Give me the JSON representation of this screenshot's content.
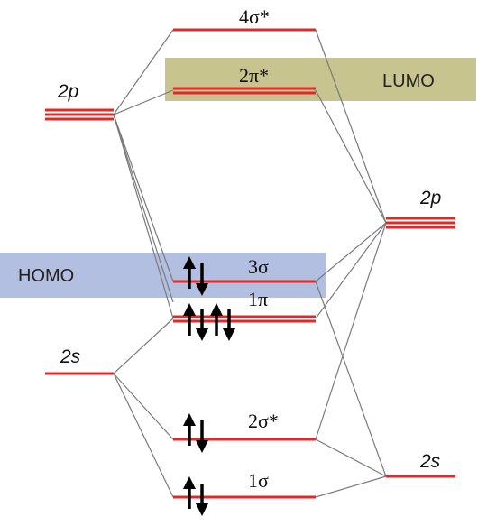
{
  "colors": {
    "level": "#e02a2a",
    "connector": "#7a7a7a",
    "homo_band": "#b3bfe0",
    "lumo_band": "#c8c48f",
    "electron_arrow": "#000000"
  },
  "bands": {
    "lumo_label": "LUMO",
    "homo_label": "HOMO"
  },
  "left_atom": {
    "p_label": "2p",
    "s_label": "2s"
  },
  "right_atom": {
    "p_label": "2p",
    "s_label": "2s"
  },
  "molecular_orbitals": [
    {
      "key": "mo_4sigma_star",
      "label": "4σ*",
      "degeneracy": 1,
      "electron_pairs": 0
    },
    {
      "key": "mo_2pi_star",
      "label": "2π*",
      "degeneracy": 2,
      "electron_pairs": 0
    },
    {
      "key": "mo_3sigma",
      "label": "3σ",
      "degeneracy": 1,
      "electron_pairs": 1
    },
    {
      "key": "mo_1pi",
      "label": "1π",
      "degeneracy": 2,
      "electron_pairs": 2
    },
    {
      "key": "mo_2sigma_star",
      "label": "2σ*",
      "degeneracy": 1,
      "electron_pairs": 1
    },
    {
      "key": "mo_1sigma",
      "label": "1σ",
      "degeneracy": 1,
      "electron_pairs": 1
    }
  ]
}
